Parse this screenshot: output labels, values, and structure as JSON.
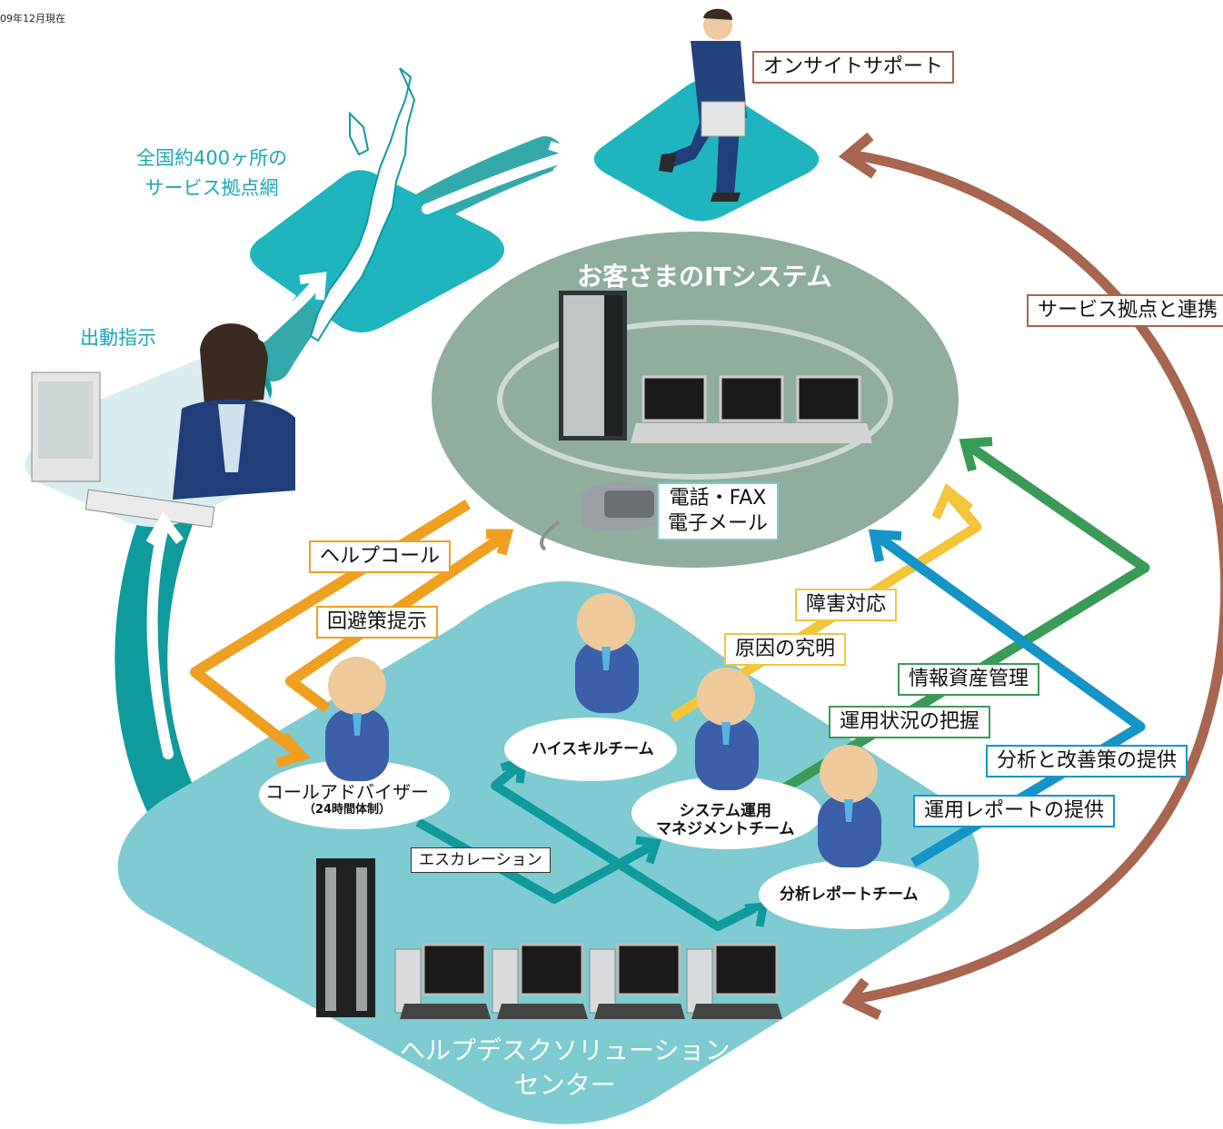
{
  "corner_note": "09年12月現在",
  "labels": {
    "onsite_support": "オンサイトサポート",
    "network_line1": "全国約400ヶ所の",
    "network_line2": "サービス拠点網",
    "dispatch": "出動指示",
    "customer_system": "お客さまのITシステム",
    "phone_line1": "電話・FAX",
    "phone_line2": "電子メール",
    "service_link": "サービス拠点と連携",
    "help_call": "ヘルプコール",
    "workaround": "回避策提示",
    "fault_response": "障害対応",
    "root_cause": "原因の究明",
    "info_asset": "情報資産管理",
    "ops_status": "運用状況の把握",
    "analysis_improve": "分析と改善策の提供",
    "ops_report": "運用レポートの提供",
    "escalation": "エスカレーション",
    "call_advisor": "コールアドバイザー",
    "call_advisor_sub": "（24時間体制）",
    "high_skill": "ハイスキルチーム",
    "sys_mgmt_line1": "システム運用",
    "sys_mgmt_line2": "マネジメントチーム",
    "analysis_team": "分析レポートチーム",
    "center_line1": "ヘルプデスクソリューション",
    "center_line2": "センター"
  },
  "colors": {
    "teal": "#1fb5be",
    "dark_teal": "#0f9a9d",
    "light_teal": "#7ecbd2",
    "gray_green": "#8fae9e",
    "brown": "#a8654f",
    "orange": "#f0a020",
    "yellow": "#f2c53a",
    "green": "#3a9a57",
    "blue": "#1594c8",
    "suit": "#3b5fa8"
  }
}
